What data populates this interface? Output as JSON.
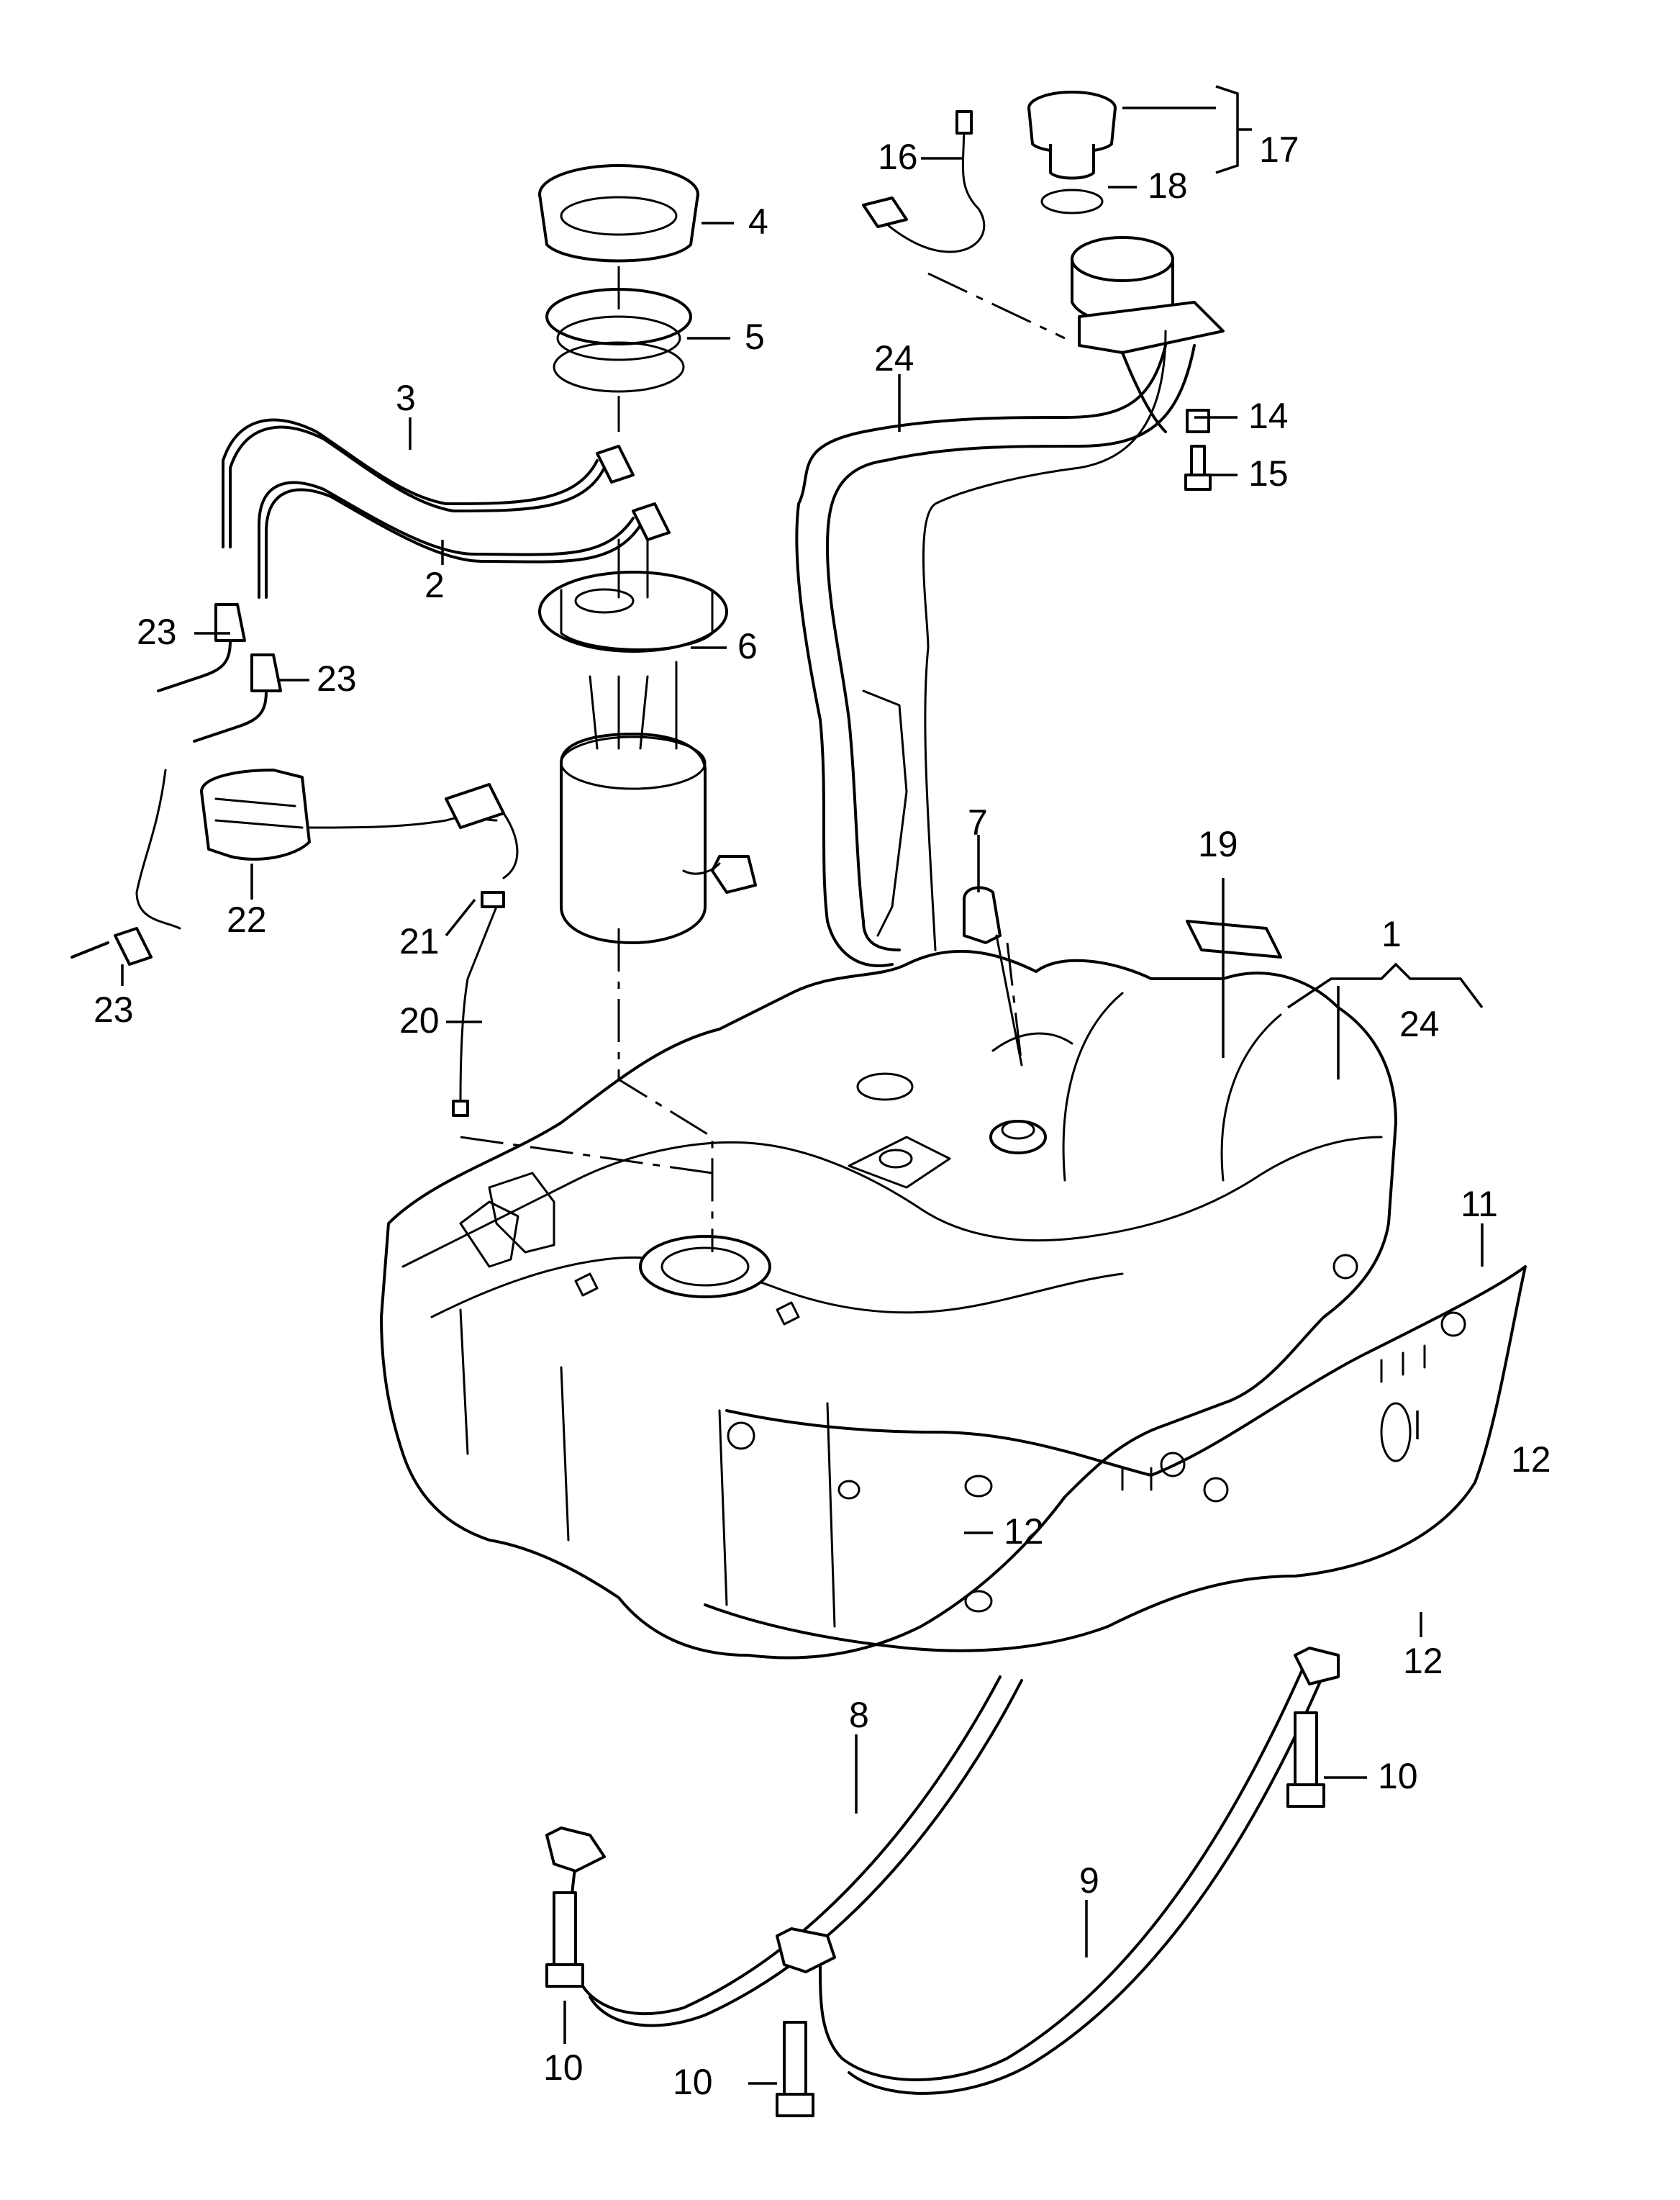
{
  "callouts": {
    "c1": "1",
    "c2": "2",
    "c3": "3",
    "c4": "4",
    "c5": "5",
    "c6": "6",
    "c7": "7",
    "c8": "8",
    "c9": "9",
    "c10a": "10",
    "c10b": "10",
    "c10c": "10",
    "c11": "11",
    "c12a": "12",
    "c12b": "12",
    "c12c": "12",
    "c14": "14",
    "c15": "15",
    "c16": "16",
    "c17": "17",
    "c18": "18",
    "c19": "19",
    "c20": "20",
    "c21": "21",
    "c22": "22",
    "c23a": "23",
    "c23b": "23",
    "c23c": "23",
    "c24a": "24",
    "c24b": "24"
  }
}
